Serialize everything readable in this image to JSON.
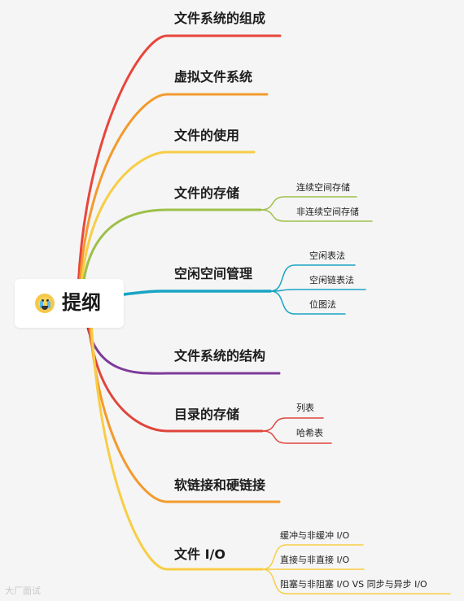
{
  "root": {
    "title": "提纲"
  },
  "branches": [
    {
      "label": "文件系统的组成",
      "color": "#e8463c",
      "children": []
    },
    {
      "label": "虚拟文件系统",
      "color": "#f39a2d",
      "children": []
    },
    {
      "label": "文件的使用",
      "color": "#f8cd45",
      "children": []
    },
    {
      "label": "文件的存储",
      "color": "#9dc04a",
      "children": [
        "连续空间存储",
        "非连续空间存储"
      ]
    },
    {
      "label": "空闲空间管理",
      "color": "#19a4c4",
      "children": [
        "空闲表法",
        "空闲链表法",
        "位图法"
      ]
    },
    {
      "label": "文件系统的结构",
      "color": "#7e3b9a",
      "children": []
    },
    {
      "label": "目录的存储",
      "color": "#e0453b",
      "children": [
        "列表",
        "哈希表"
      ]
    },
    {
      "label": "软链接和硬链接",
      "color": "#f39a2d",
      "children": []
    },
    {
      "label": "文件 I/O",
      "color": "#f8cd45",
      "children": [
        "缓冲与非缓冲 I/O",
        "直接与非直接 I/O",
        "阻塞与非阻塞 I/O VS 同步与异步 I/O"
      ]
    }
  ],
  "watermark": "大厂面试"
}
